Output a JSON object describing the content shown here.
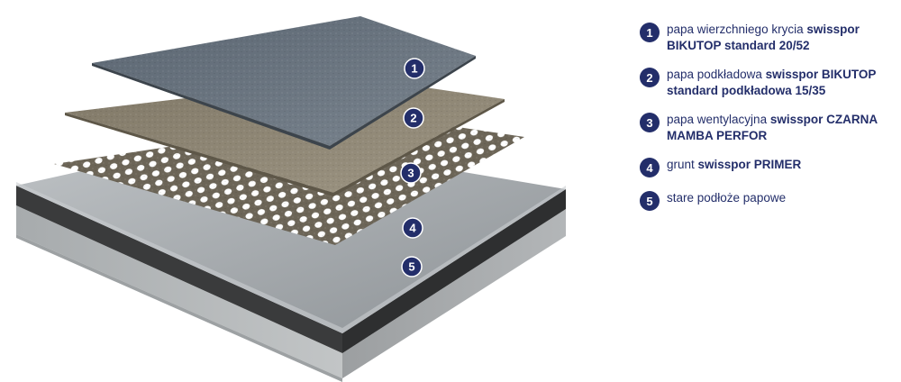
{
  "colors": {
    "navy": "#232e6a",
    "top_membrane": "#65707b",
    "underlay": "#8b8271",
    "perforated": "#6f695b",
    "primer": "#a6abb0",
    "base": "#b7bbbd",
    "old_membrane": "#3a3b3c"
  },
  "markers": [
    "1",
    "2",
    "3",
    "4",
    "5"
  ],
  "legend": [
    {
      "number": "1",
      "text_regular": "papa wierzchniego krycia ",
      "text_bold": "swisspor BIKUTOP standard 20/52"
    },
    {
      "number": "2",
      "text_regular": "papa podkładowa ",
      "text_bold": "swisspor BIKUTOP standard podkładowa 15/35"
    },
    {
      "number": "3",
      "text_regular": "papa wentylacyjna ",
      "text_bold": "swisspor CZARNA MAMBA PERFOR"
    },
    {
      "number": "4",
      "text_regular": "grunt ",
      "text_bold": "swisspor PRIMER"
    },
    {
      "number": "5",
      "text_regular": "stare podłoże papowe",
      "text_bold": ""
    }
  ]
}
